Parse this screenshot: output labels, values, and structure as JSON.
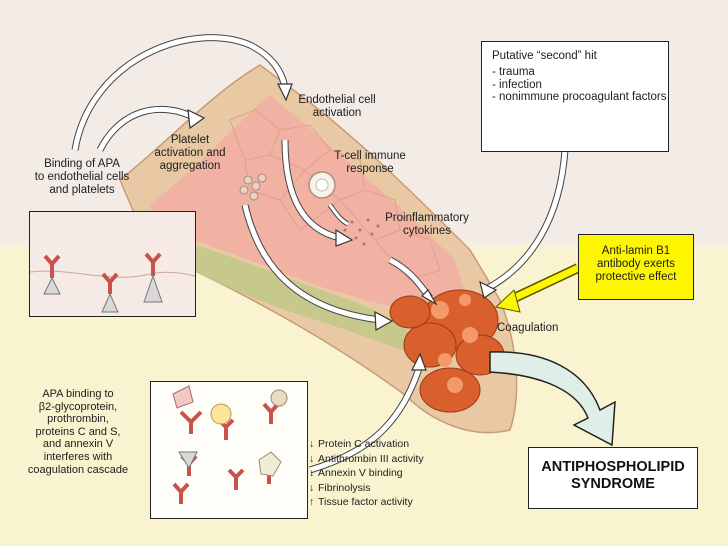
{
  "labels": {
    "binding_apa": [
      "Binding of APA",
      "to endothelial cells",
      "and platelets"
    ],
    "platelet": [
      "Platelet",
      "activation and",
      "aggregation"
    ],
    "endothelial": [
      "Endothelial cell",
      "activation"
    ],
    "tcell": [
      "T-cell immune",
      "response"
    ],
    "cytokines": [
      "Proinflammatory",
      "cytokines"
    ],
    "coagulation": "Coagulation",
    "apa_binding": [
      "APA binding to",
      "β2-glycoprotein,",
      "prothrombin,",
      "proteins C and S,",
      "and annexin V",
      "interferes with",
      "coagulation cascade"
    ]
  },
  "second_hit": {
    "title": "Putative “second” hit",
    "items": [
      "trauma",
      "infection",
      "nonimmune procoagulant factors"
    ]
  },
  "lamin": [
    "Anti-lamin B1",
    "antibody exerts",
    "protective effect"
  ],
  "outcome": [
    "ANTIPHOSPHOLIPID",
    "SYNDROME"
  ],
  "effects": [
    {
      "dir": "down",
      "text": "Protein C activation"
    },
    {
      "dir": "down",
      "text": "Antithrombin III activity"
    },
    {
      "dir": "down",
      "text": "Annexin V binding"
    },
    {
      "dir": "down",
      "text": "Fibrinolysis"
    },
    {
      "dir": "up",
      "text": "Tissue factor activity"
    }
  ],
  "colors": {
    "vessel_outer": "#e9c9a4",
    "vessel_inner": "#f2aea5",
    "vessel_green": "#c3c98a",
    "clot": "#d9602c",
    "yellow_box": "#fdf600",
    "arrow_fill": "#ffffff",
    "outcome_arrow": "#dfeee6",
    "antibody": "#c9524c"
  }
}
